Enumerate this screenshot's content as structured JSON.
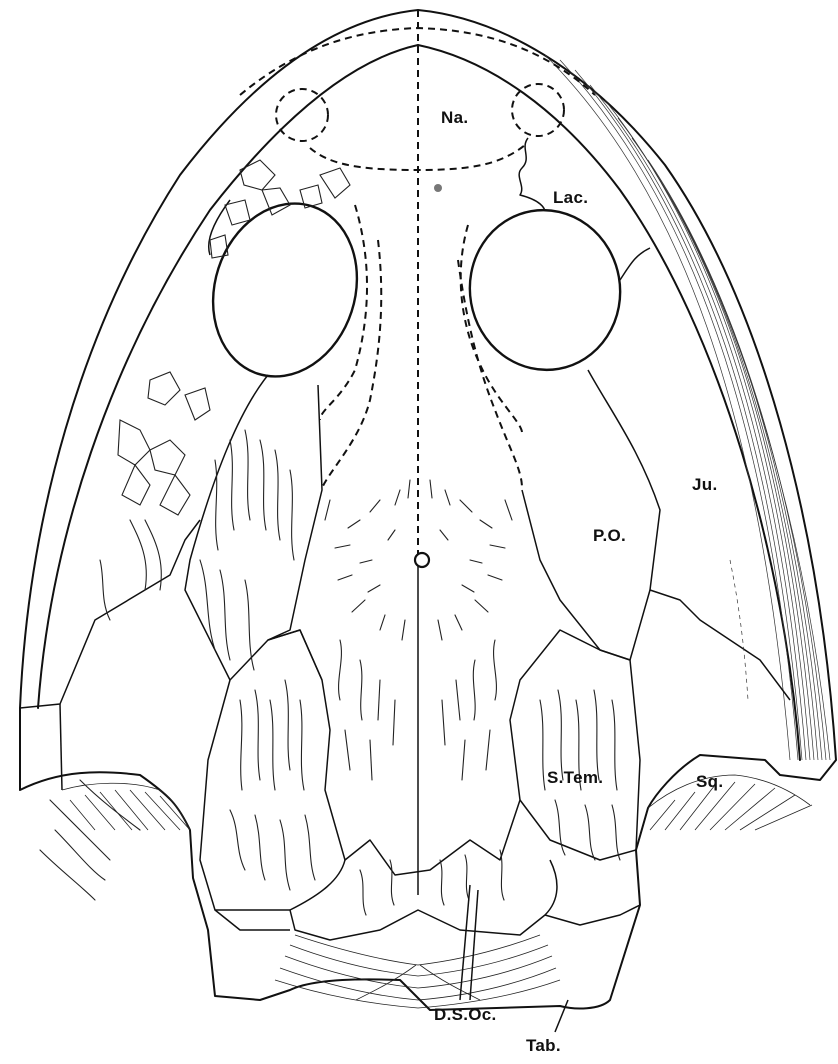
{
  "labels": {
    "nasal": "Na.",
    "lacrimal": "Lac.",
    "jugal": "Ju.",
    "postorbital": "P.O.",
    "squamosal": "Sq.",
    "supratemporal": "S.Tem.",
    "dermal_supraoccipital": "D.S.Oc.",
    "tabular": "Tab."
  }
}
